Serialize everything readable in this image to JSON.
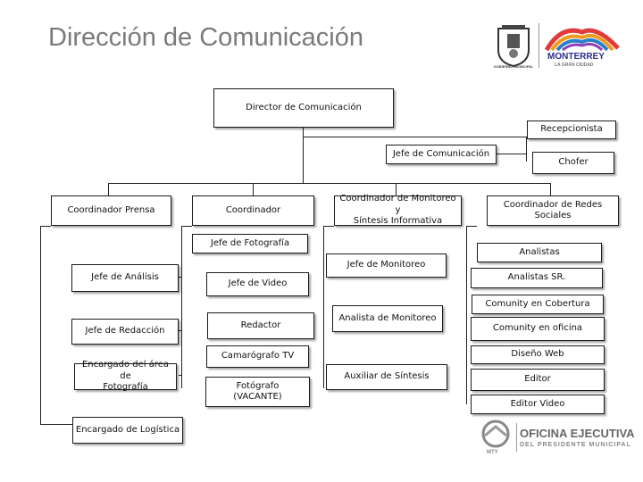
{
  "header": {
    "title": "Dirección de Comunicación",
    "logo_monterrey": "MONTERREY",
    "logo_monterrey_sub": "LA GRAN CIUDAD",
    "logo_seal": "GOBIERNO MUNICIPAL"
  },
  "footer": {
    "logo_main": "OFICINA EJECUTIVA",
    "logo_sub": "DEL PRESIDENTE MUNICIPAL",
    "logo_mark": "MTY"
  },
  "org": {
    "director": "Director de Comunicación",
    "recepcionista": "Recepcionista",
    "jefe_comunicacion": "Jefe de Comunicación",
    "chofer": "Chofer",
    "coord_prensa": "Coordinador Prensa",
    "coordinador": "Coordinador",
    "coord_monitoreo": "Coordinador de Monitoreo y\nSíntesis Informativa",
    "coord_redes": "Coordinador de Redes Sociales",
    "jefe_fotografia": "Jefe de Fotografía",
    "jefe_analisis": "Jefe de Análisis",
    "jefe_video": "Jefe de Video",
    "jefe_monitoreo": "Jefe de Monitoreo",
    "analistas": "Analistas",
    "analistas_sr": "Analistas SR.",
    "comunity_cobertura": "Comunity en Cobertura",
    "analista_monitoreo": "Analista de Monitoreo",
    "jefe_redaccion": "Jefe de Redacción",
    "redactor": "Redactor",
    "comunity_oficina": "Comunity en oficina",
    "camarografo": "Camarógrafo TV",
    "diseno_web": "Diseño Web",
    "encargado_fotografia": "Encargado del área de\nFotografía",
    "fotografo": "Fotógrafo\n(VACANTE)",
    "auxiliar_sintesis": "Auxiliar de Síntesis",
    "editor": "Editor",
    "editor_video": "Editor Video",
    "encargado_logistica": "Encargado de Logística"
  }
}
